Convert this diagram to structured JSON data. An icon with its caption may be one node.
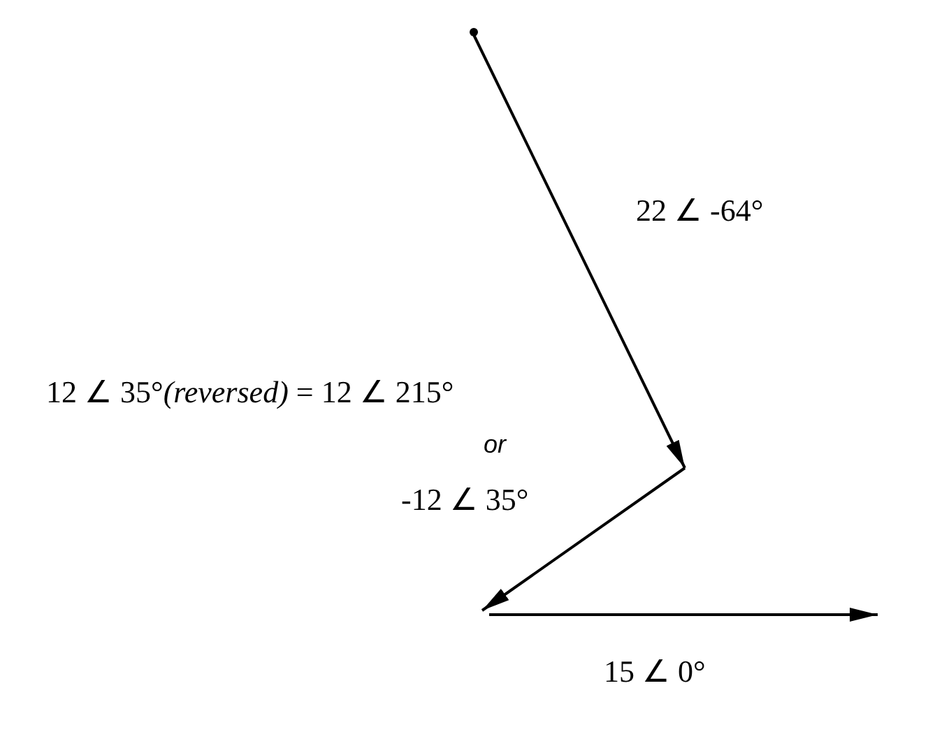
{
  "diagram": {
    "labels": [
      "22 ∠ -64°",
      "12 ∠ 35°*(reversed)* = 12 ∠ 215°",
      "or",
      "-12 ∠ 35°",
      "15 ∠ 0°"
    ]
  }
}
